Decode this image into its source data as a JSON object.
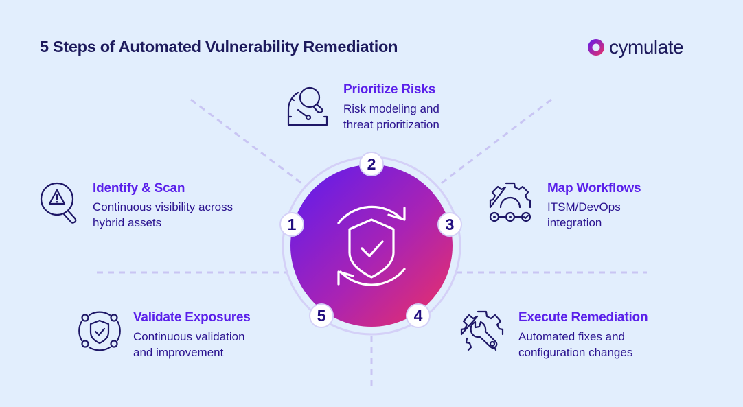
{
  "header": {
    "title": "5 Steps of Automated Vulnerability Remediation",
    "logo_text": "cymulate"
  },
  "center": {
    "icon": "shield-check-refresh-icon",
    "gradient_start": "#5B1CF0",
    "gradient_end": "#E8306B"
  },
  "steps": [
    {
      "number": "1",
      "title": "Identify & Scan",
      "desc_line1": "Continuous visibility across",
      "desc_line2": "hybrid assets",
      "icon": "magnifier-warning-icon"
    },
    {
      "number": "2",
      "title": "Prioritize Risks",
      "desc_line1": "Risk modeling and",
      "desc_line2": "threat prioritization",
      "icon": "gauge-search-icon"
    },
    {
      "number": "3",
      "title": "Map Workflows",
      "desc_line1": "ITSM/DevOps",
      "desc_line2": "integration",
      "icon": "gear-workflow-icon"
    },
    {
      "number": "4",
      "title": "Execute Remediation",
      "desc_line1": "Automated fixes and",
      "desc_line2": "configuration changes",
      "icon": "gear-wrench-icon"
    },
    {
      "number": "5",
      "title": "Validate Exposures",
      "desc_line1": "Continuous validation",
      "desc_line2": "and improvement",
      "icon": "shield-network-icon"
    }
  ],
  "colors": {
    "background": "#E2EEFD",
    "title": "#1D1A5C",
    "step_title": "#5A1FEA",
    "step_desc": "#2A128F",
    "dashed_line": "#C9C5F3",
    "icon_stroke": "#1E1766"
  }
}
